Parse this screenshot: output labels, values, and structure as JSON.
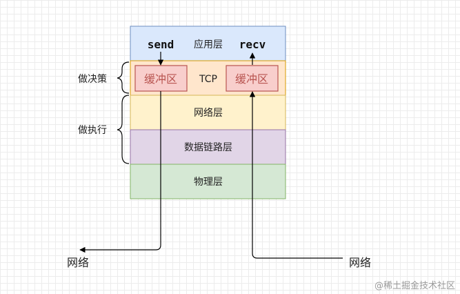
{
  "layers": {
    "application": {
      "label": "应用层",
      "send": "send",
      "recv": "recv",
      "color": "#dae8fc"
    },
    "transport": {
      "label": "TCP",
      "buffer_left": "缓冲区",
      "buffer_right": "缓冲区",
      "color": "#ffe6cc",
      "buffer_color": "#f8cecc",
      "buffer_border": "#b85450"
    },
    "network": {
      "label": "网络层",
      "color": "#fff2cc"
    },
    "datalink": {
      "label": "数据链路层",
      "color": "#e1d5e7"
    },
    "physical": {
      "label": "物理层",
      "color": "#d5e8d4"
    }
  },
  "braces": {
    "decide": "做决策",
    "execute": "做执行"
  },
  "endpoints": {
    "left_network": "网络",
    "right_network": "网络"
  },
  "watermark": "@稀土掘金技术社区"
}
